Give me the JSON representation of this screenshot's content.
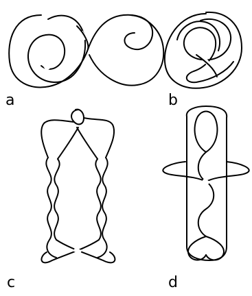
{
  "panels": [
    {
      "id": "a",
      "label": "a"
    },
    {
      "id": "b",
      "label": "b"
    },
    {
      "id": "c",
      "label": "c"
    },
    {
      "id": "d",
      "label": "d"
    }
  ],
  "colors": {
    "stroke": "#000000",
    "background": "#ffffff"
  }
}
